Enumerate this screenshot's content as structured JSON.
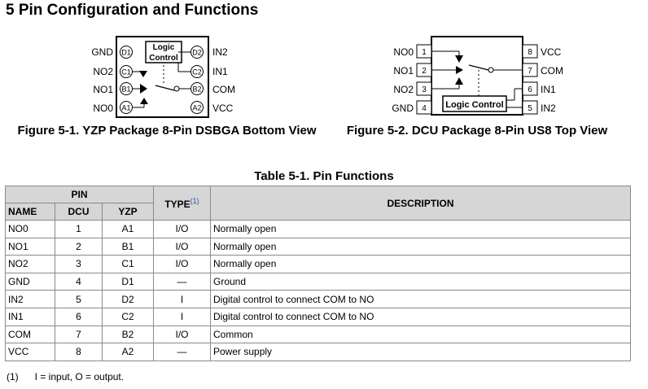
{
  "section_title": "5 Pin Configuration and Functions",
  "fig1": {
    "caption": "Figure 5-1. YZP Package 8-Pin DSBGA Bottom View",
    "logic_label_1": "Logic",
    "logic_label_2": "Control",
    "left_pins": [
      {
        "name": "GND",
        "ball": "D1"
      },
      {
        "name": "NO2",
        "ball": "C1"
      },
      {
        "name": "NO1",
        "ball": "B1"
      },
      {
        "name": "NO0",
        "ball": "A1"
      }
    ],
    "right_pins": [
      {
        "name": "IN2",
        "ball": "D2"
      },
      {
        "name": "IN1",
        "ball": "C2"
      },
      {
        "name": "COM",
        "ball": "B2"
      },
      {
        "name": "VCC",
        "ball": "A2"
      }
    ]
  },
  "fig2": {
    "caption": "Figure 5-2. DCU Package 8-Pin US8 Top View",
    "logic_label": "Logic Control",
    "left_pins": [
      {
        "name": "NO0",
        "num": "1"
      },
      {
        "name": "NO1",
        "num": "2"
      },
      {
        "name": "NO2",
        "num": "3"
      },
      {
        "name": "GND",
        "num": "4"
      }
    ],
    "right_pins": [
      {
        "name": "VCC",
        "num": "8"
      },
      {
        "name": "COM",
        "num": "7"
      },
      {
        "name": "IN1",
        "num": "6"
      },
      {
        "name": "IN2",
        "num": "5"
      }
    ]
  },
  "table": {
    "caption": "Table 5-1. Pin Functions",
    "group_header": "PIN",
    "headers": {
      "name": "NAME",
      "dcu": "DCU",
      "yzp": "YZP",
      "type": "TYPE",
      "type_note": "(1)",
      "description": "DESCRIPTION"
    },
    "rows": [
      {
        "name": "NO0",
        "dcu": "1",
        "yzp": "A1",
        "type": "I/O",
        "description": "Normally open"
      },
      {
        "name": "NO1",
        "dcu": "2",
        "yzp": "B1",
        "type": "I/O",
        "description": "Normally open"
      },
      {
        "name": "NO2",
        "dcu": "3",
        "yzp": "C1",
        "type": "I/O",
        "description": "Normally open"
      },
      {
        "name": "GND",
        "dcu": "4",
        "yzp": "D1",
        "type": "—",
        "description": "Ground"
      },
      {
        "name": "IN2",
        "dcu": "5",
        "yzp": "D2",
        "type": "I",
        "description": "Digital control to connect COM to NO"
      },
      {
        "name": "IN1",
        "dcu": "6",
        "yzp": "C2",
        "type": "I",
        "description": "Digital control to connect COM to NO"
      },
      {
        "name": "COM",
        "dcu": "7",
        "yzp": "B2",
        "type": "I/O",
        "description": "Common"
      },
      {
        "name": "VCC",
        "dcu": "8",
        "yzp": "A2",
        "type": "—",
        "description": "Power supply"
      }
    ]
  },
  "footnote": {
    "number": "(1)",
    "text": "I = input, O = output."
  }
}
